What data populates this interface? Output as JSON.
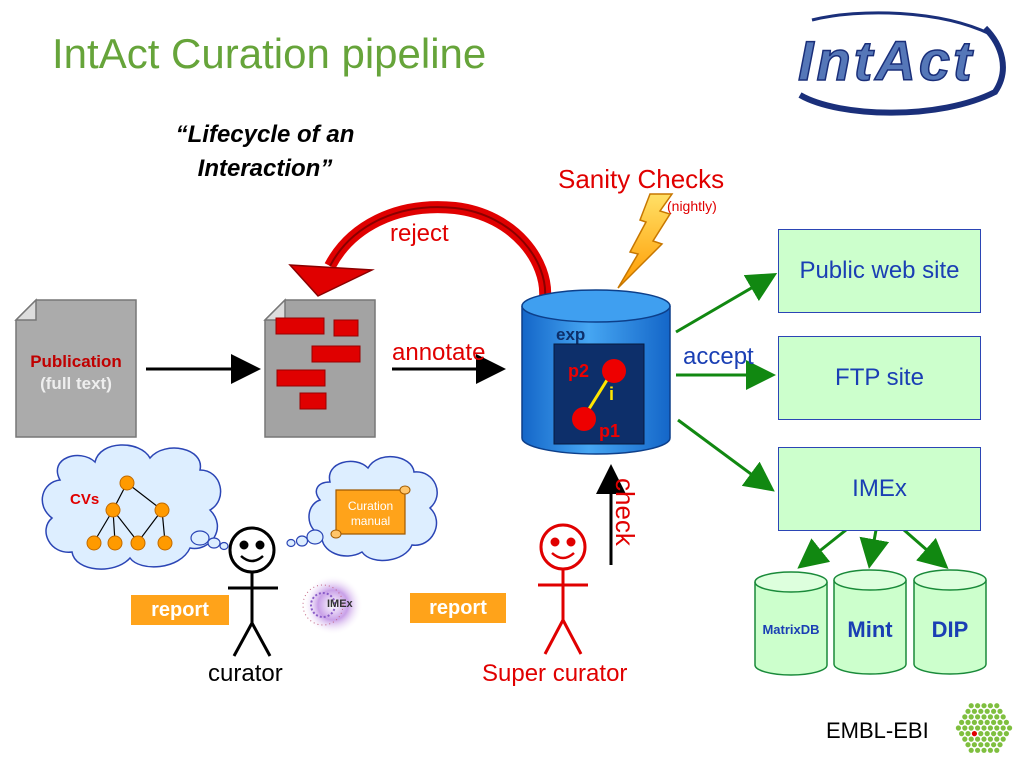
{
  "header": {
    "title": "IntAct Curation pipeline",
    "logo_text": "IntAct"
  },
  "subtitle": {
    "line1": "“Lifecycle of an",
    "line2": "Interaction”"
  },
  "publication": {
    "label": "Publication",
    "sub": "(full text)"
  },
  "labels": {
    "reject": "reject",
    "annotate": "annotate",
    "accept": "accept",
    "check": "check",
    "sanity": "Sanity Checks",
    "nightly": "(nightly)"
  },
  "database": {
    "exp": "exp",
    "p2": "p2",
    "i": "i",
    "p1": "p1"
  },
  "outputs": {
    "web": "Public web site",
    "ftp": "FTP site",
    "imex": "IMEx"
  },
  "partners": [
    {
      "label": "MatrixDB"
    },
    {
      "label": "Mint"
    },
    {
      "label": "DIP"
    }
  ],
  "clouds": {
    "cvs": "CVs",
    "manual_line1": "Curation",
    "manual_line2": "manual"
  },
  "people": {
    "curator": "curator",
    "super_curator": "Super curator",
    "report_left": "report",
    "report_right": "report",
    "imex_logo": "IMEx"
  },
  "footer": {
    "org": "EMBL-EBI"
  },
  "colors": {
    "title_green": "#66a43a",
    "red": "#e00000",
    "blue": "#1a3fb4",
    "box_fill": "#ccffcc",
    "arrow_green": "#118811",
    "orange": "#ffa31a"
  }
}
